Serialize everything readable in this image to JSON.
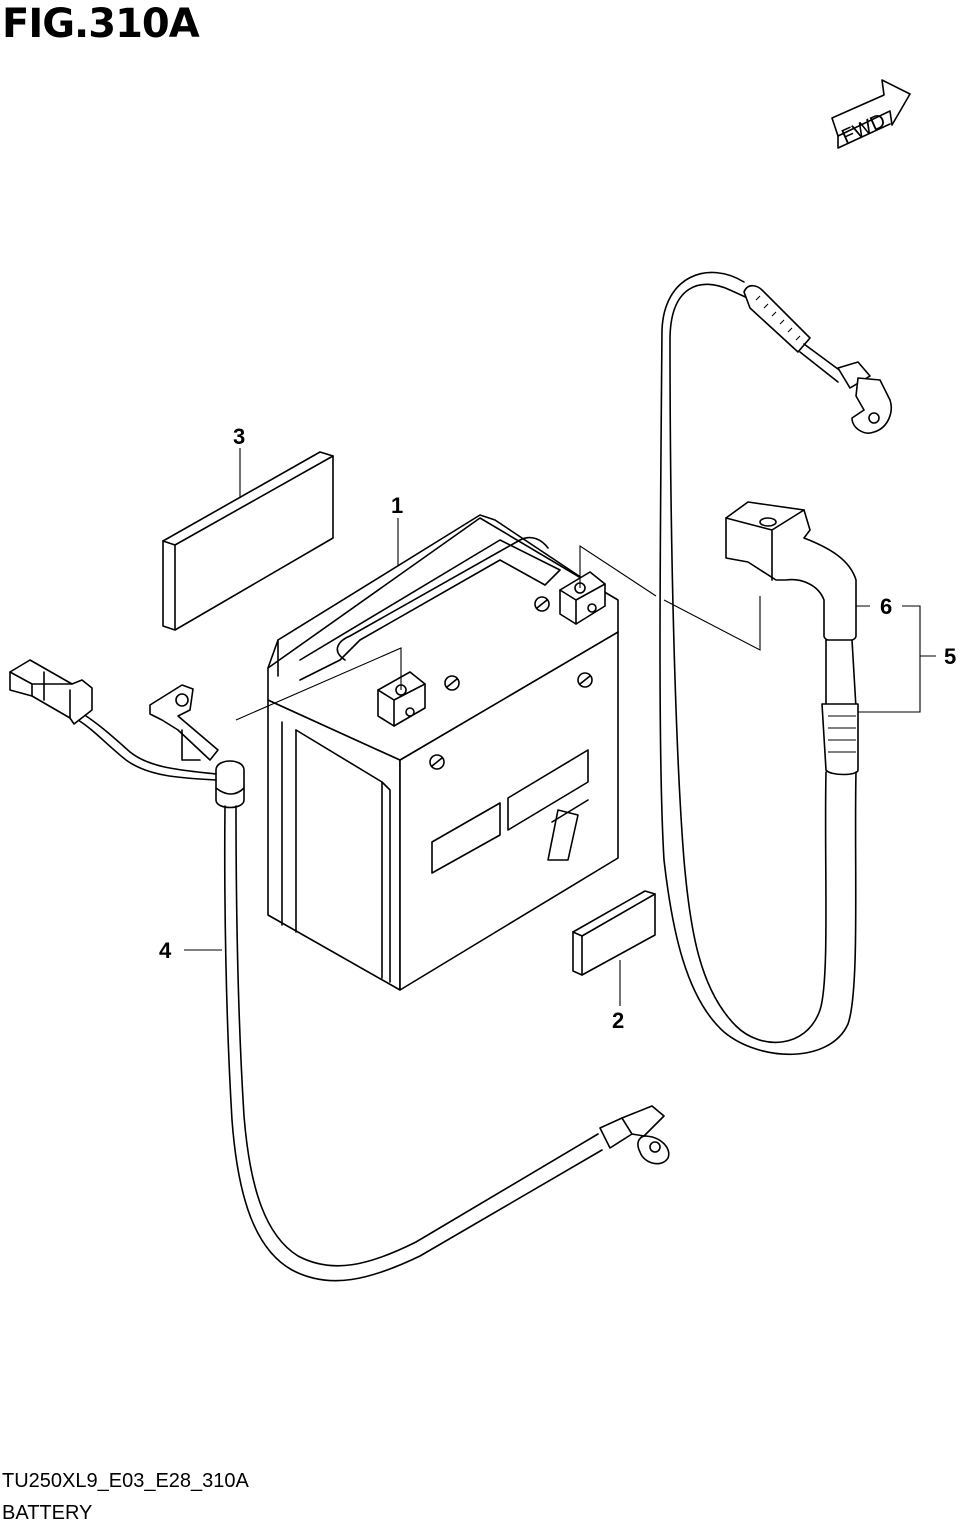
{
  "figure": {
    "title": "FIG.310A",
    "fwd_label": "FWD",
    "code": "TU250XL9_E03_E28_310A",
    "name": "BATTERY"
  },
  "callouts": [
    {
      "id": "1",
      "text": "1"
    },
    {
      "id": "2",
      "text": "2"
    },
    {
      "id": "3",
      "text": "3"
    },
    {
      "id": "4",
      "text": "4"
    },
    {
      "id": "5",
      "text": "5"
    },
    {
      "id": "6",
      "text": "6"
    }
  ]
}
